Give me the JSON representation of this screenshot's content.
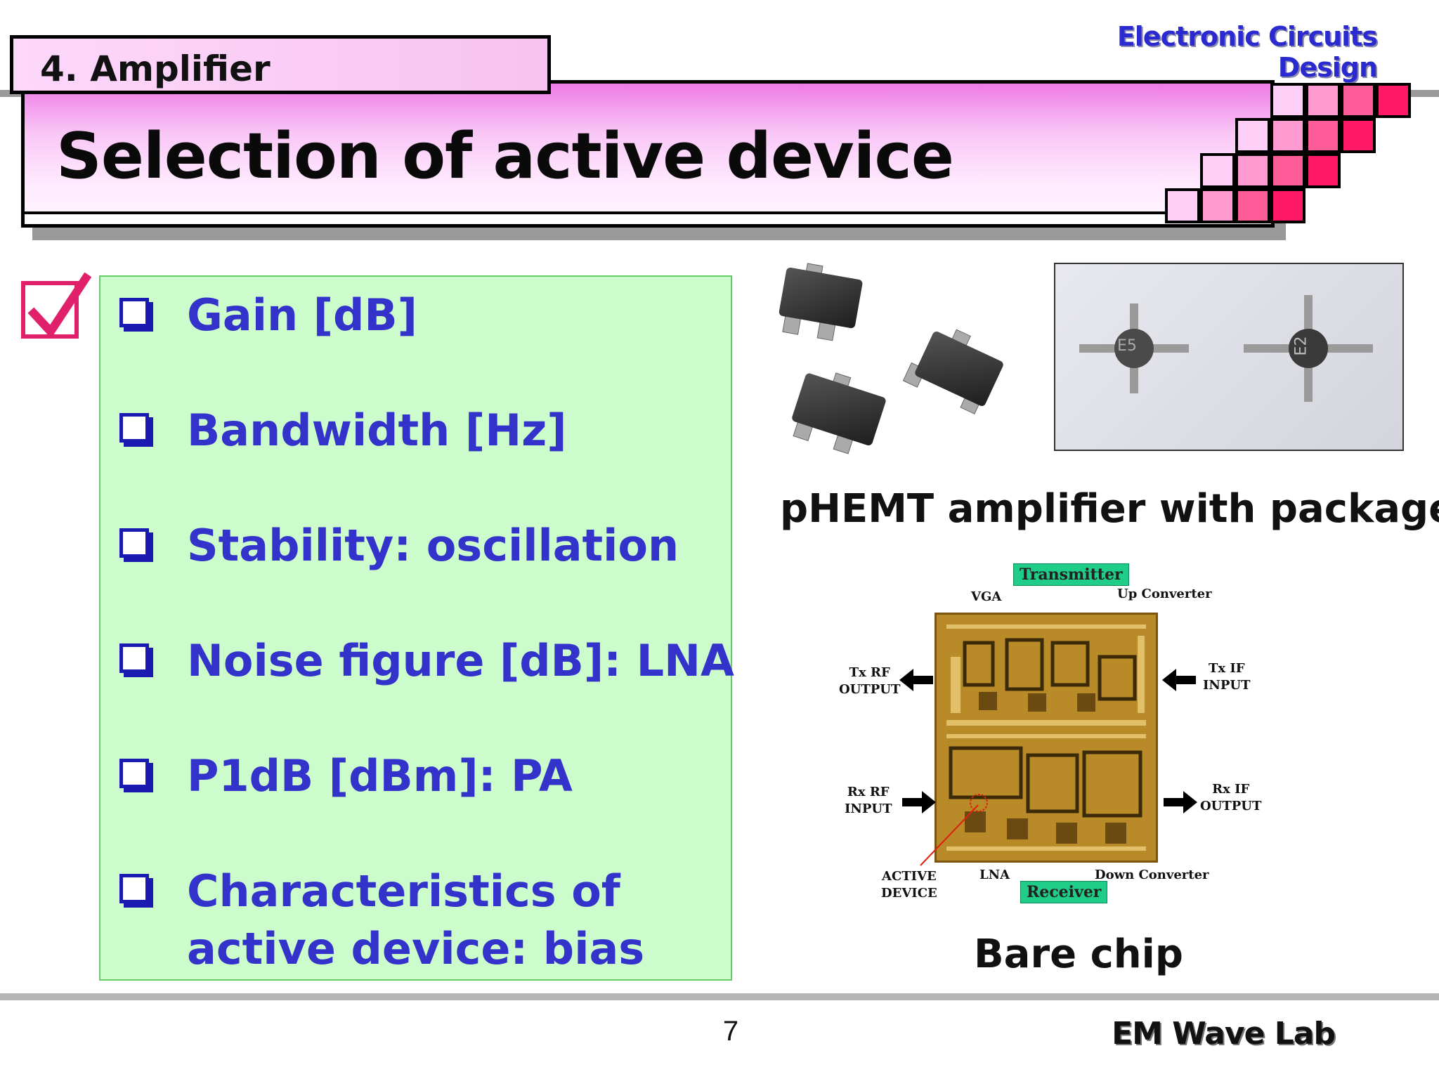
{
  "header": {
    "brand": "Electronic Circuits Design",
    "section": "4. Amplifier",
    "title": "Selection of active device",
    "colors": {
      "tab": "#fdd8fb",
      "title_gradient_top": "#ee7ae6",
      "squares": [
        "#ffd0f7",
        "#ff9bd0",
        "#ff5c9a",
        "#ff1866"
      ]
    }
  },
  "content": {
    "items": [
      {
        "text": "Gain [dB]"
      },
      {
        "text": "Bandwidth [Hz]"
      },
      {
        "text": "Stability: oscillation"
      },
      {
        "text": "Noise figure [dB]: LNA"
      },
      {
        "text": "P1dB [dBm]: PA"
      },
      {
        "text_line1": "Characteristics of",
        "text_line2": "active device: bias"
      }
    ],
    "colors": {
      "box": "#ccfccc",
      "text": "#3333cc",
      "check": "#e0206b"
    }
  },
  "figures": {
    "package_caption": "pHEMT amplifier with package",
    "package_markings": [
      "E5",
      "E2"
    ],
    "chip_caption": "Bare chip",
    "chip_labels": {
      "transmitter": "Transmitter",
      "receiver": "Receiver",
      "vga": "VGA",
      "up_converter": "Up Converter",
      "down_converter": "Down Converter",
      "lna": "LNA",
      "tx_rf_output": "Tx RF\nOUTPUT",
      "tx_if_input": "Tx IF\nINPUT",
      "rx_rf_input": "Rx RF\nINPUT",
      "rx_if_output": "Rx IF\nOUTPUT",
      "active_device": "ACTIVE\nDEVICE"
    }
  },
  "footer": {
    "page_number": "7",
    "lab": "EM Wave Lab"
  }
}
